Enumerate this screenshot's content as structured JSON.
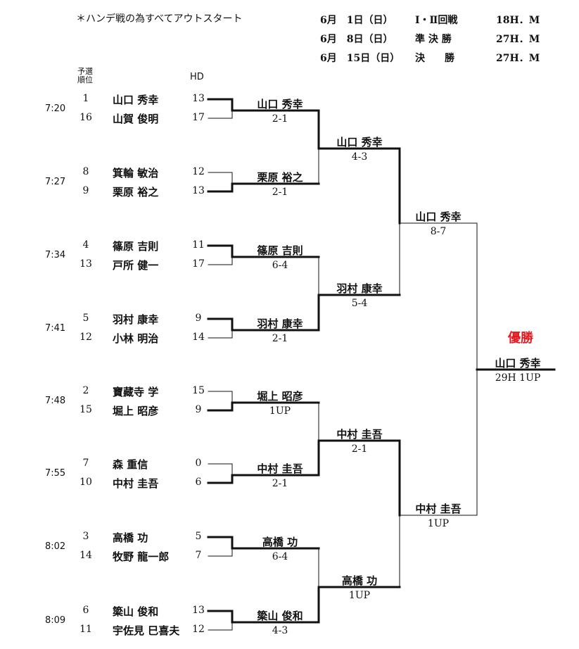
{
  "note": "＊ハンデ戦の為すべてアウトスタート",
  "schedule": [
    {
      "date": "6月　1日（日）",
      "round": "Ⅰ・Ⅱ回戦",
      "format": "18H．M"
    },
    {
      "date": "6月　8日（日）",
      "round": "準 決 勝",
      "format": "27H．M"
    },
    {
      "date": "6月　15日（日）",
      "round": "決　　勝",
      "format": "27H．M"
    }
  ],
  "headers": {
    "rank_line1": "予選",
    "rank_line2": "順位",
    "hd": "HD"
  },
  "matches": [
    {
      "time": "7:20",
      "p1": {
        "rank": "1",
        "name": "山口 秀幸",
        "hd": "13"
      },
      "p2": {
        "rank": "16",
        "name": "山賀 俊明",
        "hd": "17"
      },
      "winner": "山口 秀幸",
      "score": "2-1",
      "winner_slot": 1
    },
    {
      "time": "7:27",
      "p1": {
        "rank": "8",
        "name": "箕輪 敏治",
        "hd": "12"
      },
      "p2": {
        "rank": "9",
        "name": "栗原 裕之",
        "hd": "13"
      },
      "winner": "栗原 裕之",
      "score": "2-1",
      "winner_slot": 2
    },
    {
      "time": "7:34",
      "p1": {
        "rank": "4",
        "name": "篠原 吉則",
        "hd": "11"
      },
      "p2": {
        "rank": "13",
        "name": "戸所 健一",
        "hd": "17"
      },
      "winner": "篠原 吉則",
      "score": "6-4",
      "winner_slot": 1
    },
    {
      "time": "7:41",
      "p1": {
        "rank": "5",
        "name": "羽村 康幸",
        "hd": "9"
      },
      "p2": {
        "rank": "12",
        "name": "小林 明治",
        "hd": "14"
      },
      "winner": "羽村 康幸",
      "score": "2-1",
      "winner_slot": 1
    },
    {
      "time": "7:48",
      "p1": {
        "rank": "2",
        "name": "寶藏寺 学",
        "hd": "15"
      },
      "p2": {
        "rank": "15",
        "name": "堀上 昭彦",
        "hd": "9"
      },
      "winner": "堀上 昭彦",
      "score": "1UP",
      "winner_slot": 2
    },
    {
      "time": "7:55",
      "p1": {
        "rank": "7",
        "name": "森 重信",
        "hd": "0"
      },
      "p2": {
        "rank": "10",
        "name": "中村 圭吾",
        "hd": "6"
      },
      "winner": "中村 圭吾",
      "score": "2-1",
      "winner_slot": 2
    },
    {
      "time": "8:02",
      "p1": {
        "rank": "3",
        "name": "高橋 功",
        "hd": "5"
      },
      "p2": {
        "rank": "14",
        "name": "牧野 龍一郎",
        "hd": "7"
      },
      "winner": "高橋 功",
      "score": "6-4",
      "winner_slot": 1
    },
    {
      "time": "8:09",
      "p1": {
        "rank": "6",
        "name": "簗山 俊和",
        "hd": "13"
      },
      "p2": {
        "rank": "11",
        "name": "宇佐見 巳喜夫",
        "hd": "12"
      },
      "winner": "簗山 俊和",
      "score": "4-3",
      "winner_slot": 1
    }
  ],
  "round2": [
    {
      "winner": "山口 秀幸",
      "score": "4-3",
      "winner_slot": 1
    },
    {
      "winner": "羽村 康幸",
      "score": "5-4",
      "winner_slot": 2
    },
    {
      "winner": "中村 圭吾",
      "score": "2-1",
      "winner_slot": 2
    },
    {
      "winner": "高橋 功",
      "score": "1UP",
      "winner_slot": 2
    }
  ],
  "semifinal": [
    {
      "winner": "山口 秀幸",
      "score": "8-7",
      "winner_slot": 1
    },
    {
      "winner": "中村 圭吾",
      "score": "1UP",
      "winner_slot": 1
    }
  ],
  "final": {
    "label": "優勝",
    "winner": "山口 秀幸",
    "score": "29H 1UP",
    "winner_slot": 1
  },
  "colors": {
    "champion": "#e8171e",
    "line": "#111111"
  }
}
